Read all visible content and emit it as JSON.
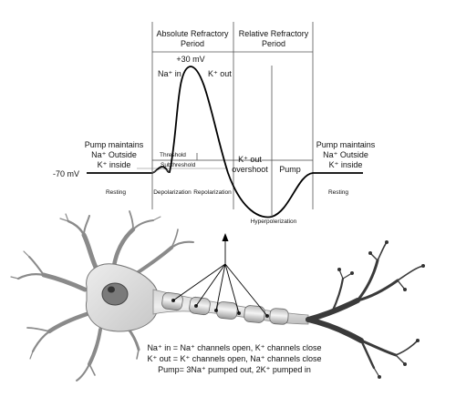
{
  "phases": {
    "absolute": [
      "Absolute Refractory",
      "Period"
    ],
    "relative": [
      "Relative Refractory",
      "Period"
    ]
  },
  "labels": {
    "peak": "+30 mV",
    "na_in": "Na⁺ in",
    "k_out": "K⁺ out",
    "threshold": "Threshold",
    "subthreshold": "Subthreshold",
    "resting_potential": "-70 mV",
    "k_out_overshoot": [
      "K⁺ out",
      "overshoot"
    ],
    "pump": "Pump",
    "hyperpolarization": "Hyperpolerization"
  },
  "pump_note_left": [
    "Pump maintains",
    "Na⁺ Outside",
    "K⁺ inside"
  ],
  "pump_note_right": [
    "Pump maintains",
    "Na⁺ Outside",
    "K⁺ inside"
  ],
  "stages": {
    "resting_left": "Resting",
    "depolarization": "Depolarization",
    "repolarization": "Repolarization",
    "resting_right": "Resting"
  },
  "legend": [
    "Na⁺ in = Na⁺ channels open,  K⁺ channels close",
    "K⁺ out = K⁺ channels open, Na⁺ channels close",
    "Pump= 3Na⁺ pumped out, 2K⁺ pumped in"
  ]
}
